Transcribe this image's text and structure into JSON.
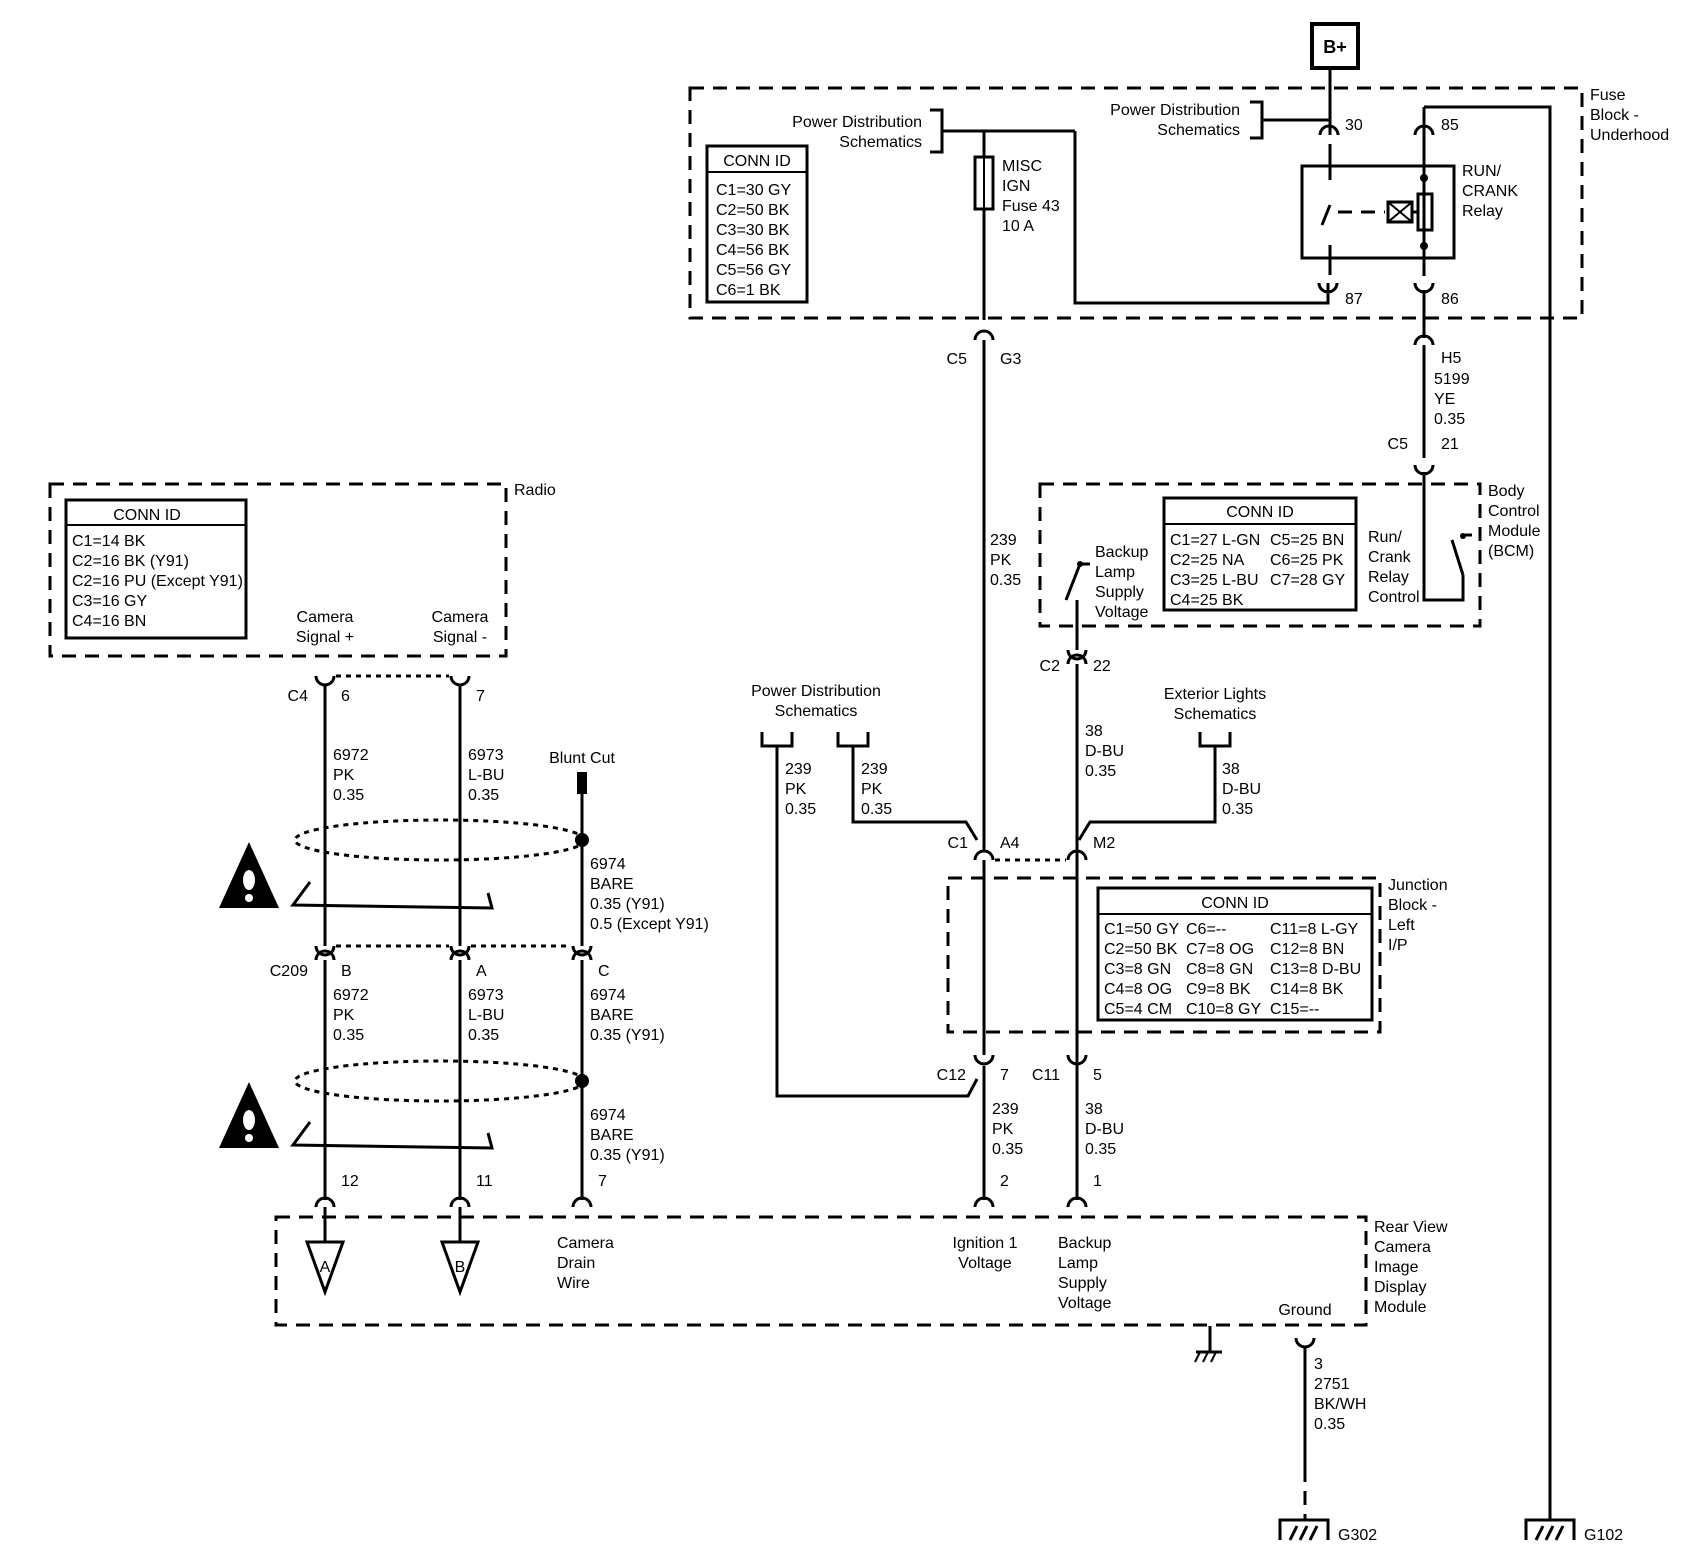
{
  "bplus": "B+",
  "fuse_block": {
    "title": [
      "Fuse",
      "Block -",
      "Underhood"
    ],
    "conn_title": "CONN ID",
    "conn": [
      "C1=30 GY",
      "C2=50 BK",
      "C3=30 BK",
      "C4=56 BK",
      "C5=56 GY",
      "C6=1 BK"
    ],
    "pds1": [
      "Power Distribution",
      "Schematics"
    ],
    "pds2": [
      "Power Distribution",
      "Schematics"
    ],
    "fuse": [
      "MISC",
      "IGN",
      "Fuse 43",
      "10 A"
    ],
    "relay": [
      "RUN/",
      "CRANK",
      "Relay"
    ],
    "pin30": "30",
    "pin85": "85",
    "pin87": "87",
    "pin86": "86"
  },
  "conn_c5g3": {
    "c": "C5",
    "p": "G3"
  },
  "wire_h5": {
    "pin": "H5",
    "lines": [
      "5199",
      "YE",
      "0.35"
    ],
    "c": "C5",
    "p": "21"
  },
  "bcm": {
    "title": [
      "Body",
      "Control",
      "Module",
      "(BCM)"
    ],
    "conn_title": "CONN ID",
    "conn_left": [
      "C1=27 L-GN",
      "C2=25 NA",
      "C3=25 L-BU",
      "C4=25 BK"
    ],
    "conn_right": [
      "C5=25 BN",
      "C6=25 PK",
      "C7=28 GY"
    ],
    "backup": [
      "Backup",
      "Lamp",
      "Supply",
      "Voltage"
    ],
    "relay_ctrl": [
      "Run/",
      "Crank",
      "Relay",
      "Control"
    ]
  },
  "wire_239_top": [
    "239",
    "PK",
    "0.35"
  ],
  "conn_c2": {
    "c": "C2",
    "p": "22"
  },
  "pds3": [
    "Power Distribution",
    "Schematics"
  ],
  "ext": [
    "Exterior Lights",
    "Schematics"
  ],
  "wire_239_a": [
    "239",
    "PK",
    "0.35"
  ],
  "wire_239_b": [
    "239",
    "PK",
    "0.35"
  ],
  "wire_38_top": [
    "38",
    "D-BU",
    "0.35"
  ],
  "wire_38_ext": [
    "38",
    "D-BU",
    "0.35"
  ],
  "conn_c1": {
    "c": "C1",
    "a4": "A4",
    "m2": "M2"
  },
  "junction": {
    "title": [
      "Junction",
      "Block -",
      "Left",
      "I/P"
    ],
    "conn_title": "CONN ID",
    "col1": [
      "C1=50 GY",
      "C2=50 BK",
      "C3=8 GN",
      "C4=8 OG",
      "C5=4 CM"
    ],
    "col2": [
      "C6=--",
      "C7=8 OG",
      "C8=8 GN",
      "C9=8 BK",
      "C10=8 GY"
    ],
    "col3": [
      "C11=8 L-GY",
      "C12=8 BN",
      "C13=8 D-BU",
      "C14=8 BK",
      "C15=--"
    ]
  },
  "conn_c12": {
    "c": "C12",
    "p": "7"
  },
  "conn_c11": {
    "c": "C11",
    "p": "5"
  },
  "wire_239_bot": [
    "239",
    "PK",
    "0.35"
  ],
  "wire_38_bot": [
    "38",
    "D-BU",
    "0.35"
  ],
  "radio": {
    "title": "Radio",
    "conn_title": "CONN ID",
    "conn": [
      "C1=14 BK",
      "C2=16 BK (Y91)",
      "C2=16 PU (Except Y91)",
      "C3=16 GY",
      "C4=16 BN"
    ],
    "sig_plus": [
      "Camera",
      "Signal +"
    ],
    "sig_minus": [
      "Camera",
      "Signal -"
    ]
  },
  "conn_c4": {
    "c": "C4",
    "p6": "6",
    "p7": "7"
  },
  "wire_6972_a": [
    "6972",
    "PK",
    "0.35"
  ],
  "wire_6973_a": [
    "6973",
    "L-BU",
    "0.35"
  ],
  "blunt_cut": "Blunt Cut",
  "wire_6974_a": [
    "6974",
    "BARE",
    "0.35 (Y91)",
    "0.5 (Except Y91)"
  ],
  "conn_c209": {
    "c": "C209",
    "b": "B",
    "a": "A",
    "cc": "C"
  },
  "wire_6972_b": [
    "6972",
    "PK",
    "0.35"
  ],
  "wire_6973_b": [
    "6973",
    "L-BU",
    "0.35"
  ],
  "wire_6974_b": [
    "6974",
    "BARE",
    "0.35 (Y91)"
  ],
  "wire_6974_c": [
    "6974",
    "BARE",
    "0.35 (Y91)"
  ],
  "pins_rvc": {
    "p12": "12",
    "p11": "11",
    "p7": "7",
    "p2": "2",
    "p1": "1"
  },
  "rvc": {
    "title": [
      "Rear View",
      "Camera",
      "Image",
      "Display",
      "Module"
    ],
    "drain": [
      "Camera",
      "Drain",
      "Wire"
    ],
    "ign": [
      "Ignition 1",
      "Voltage"
    ],
    "backup": [
      "Backup",
      "Lamp",
      "Supply",
      "Voltage"
    ],
    "ground": "Ground",
    "tri_a": "A",
    "tri_b": "B"
  },
  "gnd_wire": {
    "pin": "3",
    "lines": [
      "2751",
      "BK/WH",
      "0.35"
    ]
  },
  "g302": "G302",
  "g102": "G102"
}
